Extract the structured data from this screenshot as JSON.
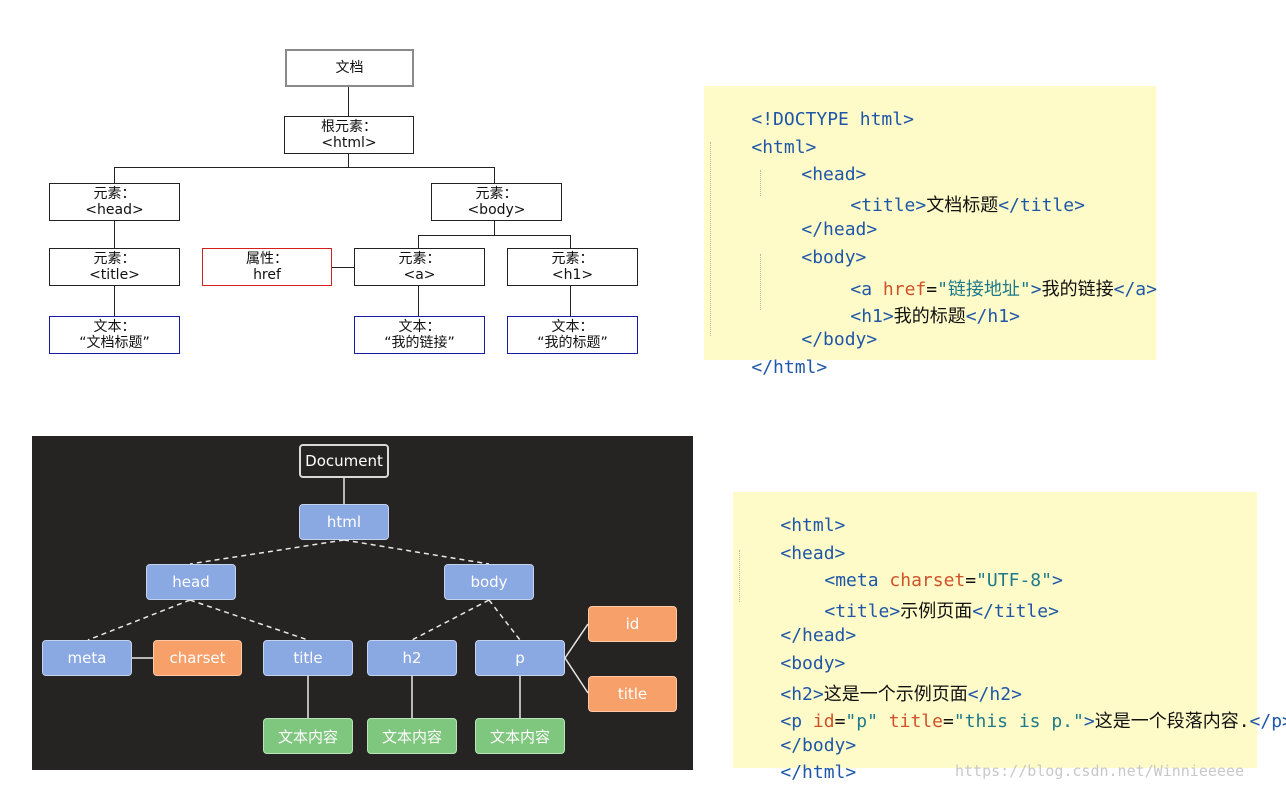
{
  "tree1": {
    "document": "文档",
    "root": {
      "label": "根元素：",
      "tag": "<html>"
    },
    "head": {
      "label": "元素：",
      "tag": "<head>"
    },
    "body": {
      "label": "元素：",
      "tag": "<body>"
    },
    "title": {
      "label": "元素：",
      "tag": "<title>"
    },
    "attr": {
      "label": "属性：",
      "tag": "href"
    },
    "a": {
      "label": "元素：",
      "tag": "<a>"
    },
    "h1": {
      "label": "元素：",
      "tag": "<h1>"
    },
    "text_title": {
      "label": "文本：",
      "tag": "“文档标题”"
    },
    "text_a": {
      "label": "文本：",
      "tag": "“我的链接”"
    },
    "text_h1": {
      "label": "文本：",
      "tag": "“我的标题”"
    }
  },
  "code1": {
    "l1": "<!DOCTYPE html>",
    "l2": "<html>",
    "l3": "<head>",
    "l4_open": "<title>",
    "l4_text": "文档标题",
    "l4_close": "</title>",
    "l5": "</head>",
    "l6": "<body>",
    "l7_open": "<a",
    "l7_attr": "href",
    "l7_eq": "=",
    "l7_val": "\"链接地址\"",
    "l7_gt": ">",
    "l7_text": "我的链接",
    "l7_close": "</a>",
    "l8_open": "<h1>",
    "l8_text": "我的标题",
    "l8_close": "</h1>",
    "l9": "</body>",
    "l10": "</html>"
  },
  "tree2": {
    "document": "Document",
    "html": "html",
    "head": "head",
    "body": "body",
    "meta": "meta",
    "charset": "charset",
    "title": "title",
    "h2": "h2",
    "p": "p",
    "id": "id",
    "title_attr": "title",
    "text1": "文本内容",
    "text2": "文本内容",
    "text3": "文本内容"
  },
  "code2": {
    "l1": "<html>",
    "l2": "<head>",
    "l3_open": "<meta",
    "l3_attr": "charset",
    "l3_eq": "=",
    "l3_val": "\"UTF-8\"",
    "l3_gt": ">",
    "l4_open": "<title>",
    "l4_text": "示例页面",
    "l4_close": "</title>",
    "l5": "</head>",
    "l6": "<body>",
    "l7_open": "<h2>",
    "l7_text": "这是一个示例页面",
    "l7_close": "</h2>",
    "l8_open": "<p",
    "l8_attr1": "id",
    "l8_eq1": "=",
    "l8_val1": "\"p\"",
    "l8_attr2": "title",
    "l8_eq2": "=",
    "l8_val2": "\"this is p.\"",
    "l8_gt": ">",
    "l8_text": "这是一个段落内容.",
    "l8_close": "</p>",
    "l9": "</body>",
    "l10": "</html>"
  },
  "watermark": "https://blog.csdn.net/Winnieeeee",
  "colors": {
    "code_bg": "#fefbc8",
    "tag": "#1f56a8",
    "attr": "#d0512a",
    "value": "#1e7a8a",
    "dark_bg": "#262422",
    "node_blue": "#8aa8e2",
    "node_orange": "#f7a06a",
    "node_green": "#7fc67e"
  }
}
